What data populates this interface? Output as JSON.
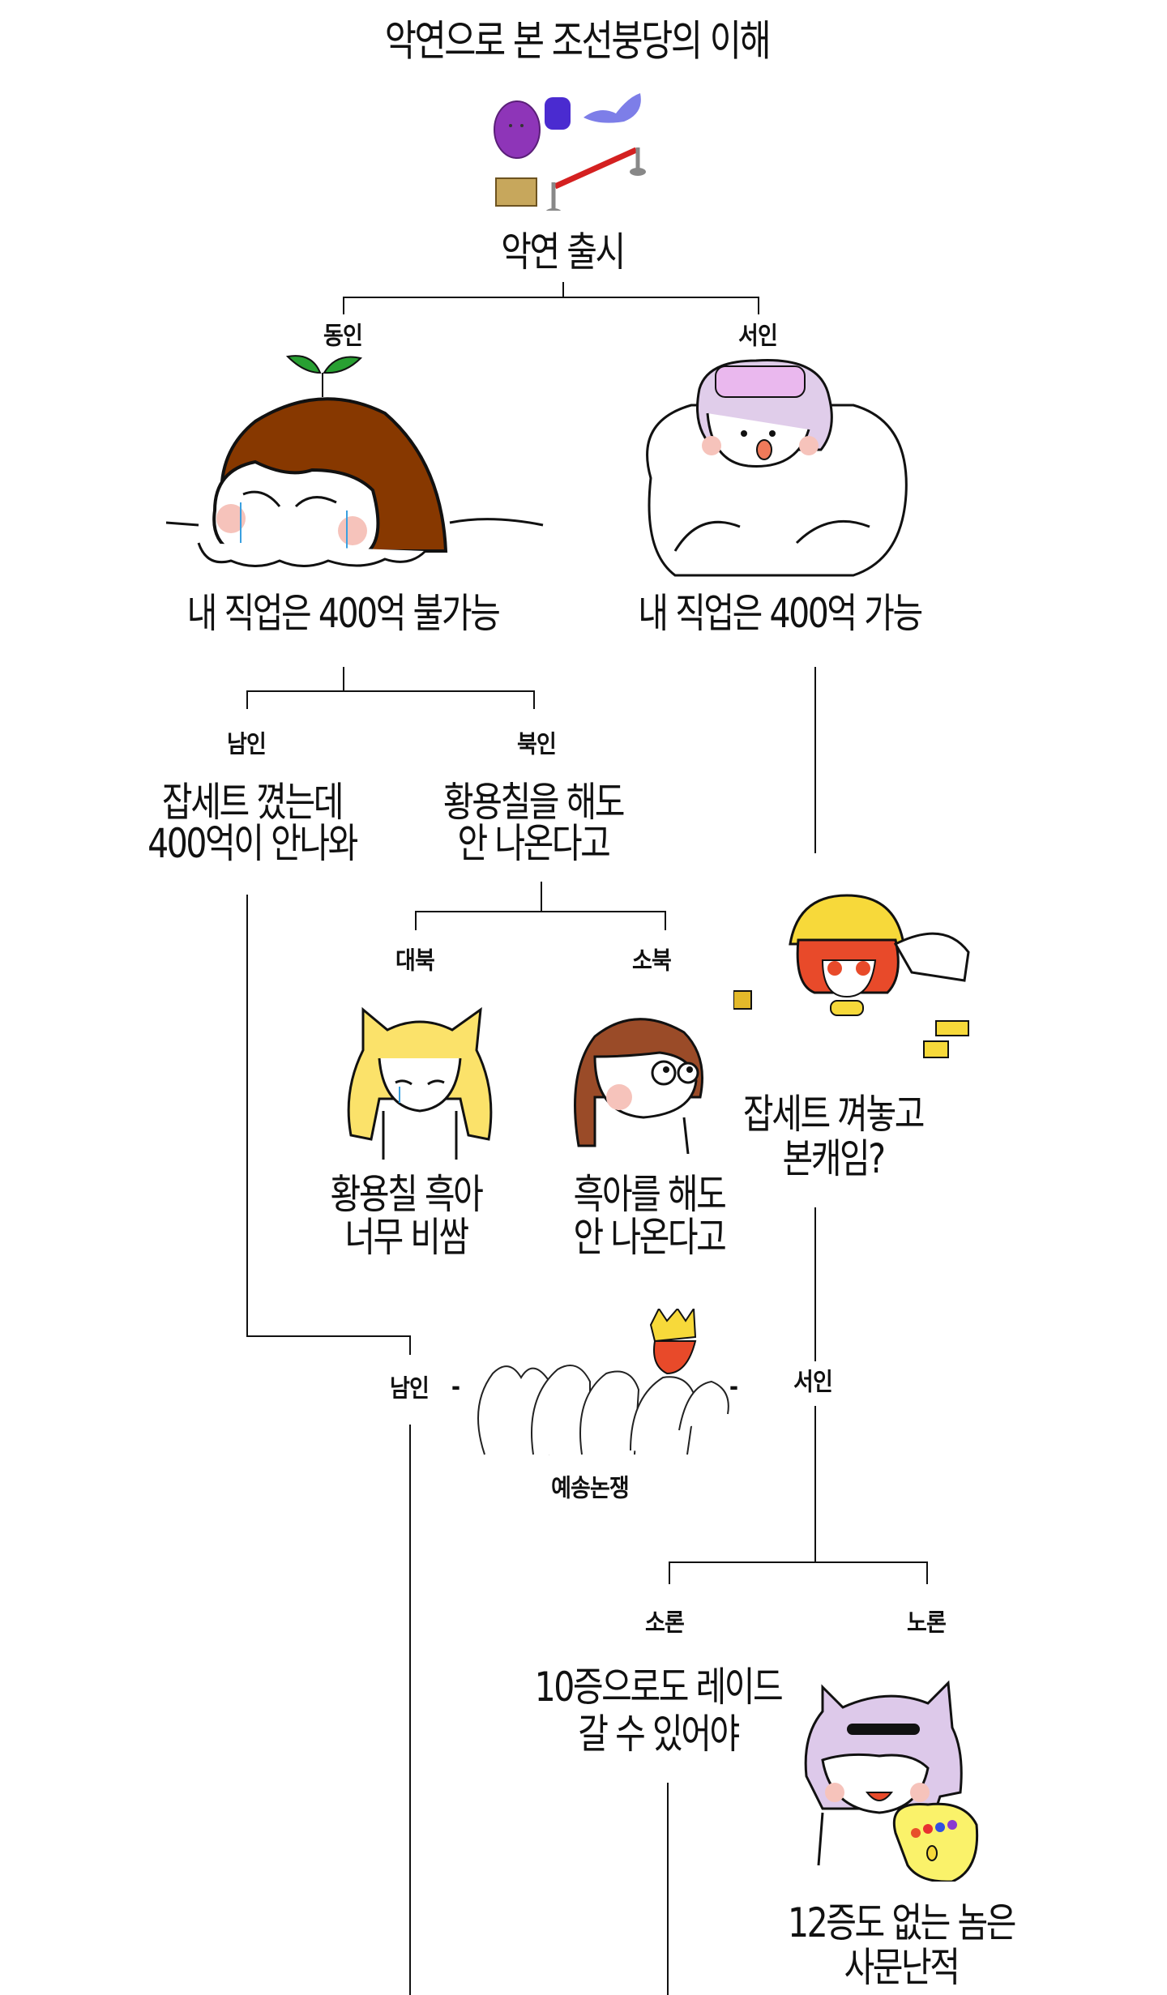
{
  "title": "악연으로 본 조선붕당의 이해",
  "root": {
    "label": "악연 출시"
  },
  "dongin": {
    "label": "동인",
    "text": "내 직업은 400억 불가능"
  },
  "seoin": {
    "label": "서인",
    "text": "내 직업은 400억 가능"
  },
  "namin": {
    "label": "남인",
    "text_line1": "잡세트 꼈는데",
    "text_line2": "400억이 안나와"
  },
  "bugin": {
    "label": "북인",
    "text_line1": "황용칠을 해도",
    "text_line2": "안 나온다고"
  },
  "daebuk": {
    "label": "대북",
    "text_line1": "황용칠 흑아",
    "text_line2": "너무 비쌈"
  },
  "sobuk": {
    "label": "소북",
    "text_line1": "흑아를 해도",
    "text_line2": "안 나온다고"
  },
  "seoin_main": {
    "text_line1": "잡세트 껴놓고",
    "text_line2": "본캐임?"
  },
  "yesong": {
    "left": "남인",
    "dash": "-",
    "right": "서인",
    "caption": "예송논쟁"
  },
  "soron": {
    "label": "소론",
    "text_line1": "10증으로도 레이드",
    "text_line2": "갈 수 있어야"
  },
  "noron": {
    "label": "노론",
    "text_line1": "12증도 없는 놈은",
    "text_line2": "사문난적"
  }
}
